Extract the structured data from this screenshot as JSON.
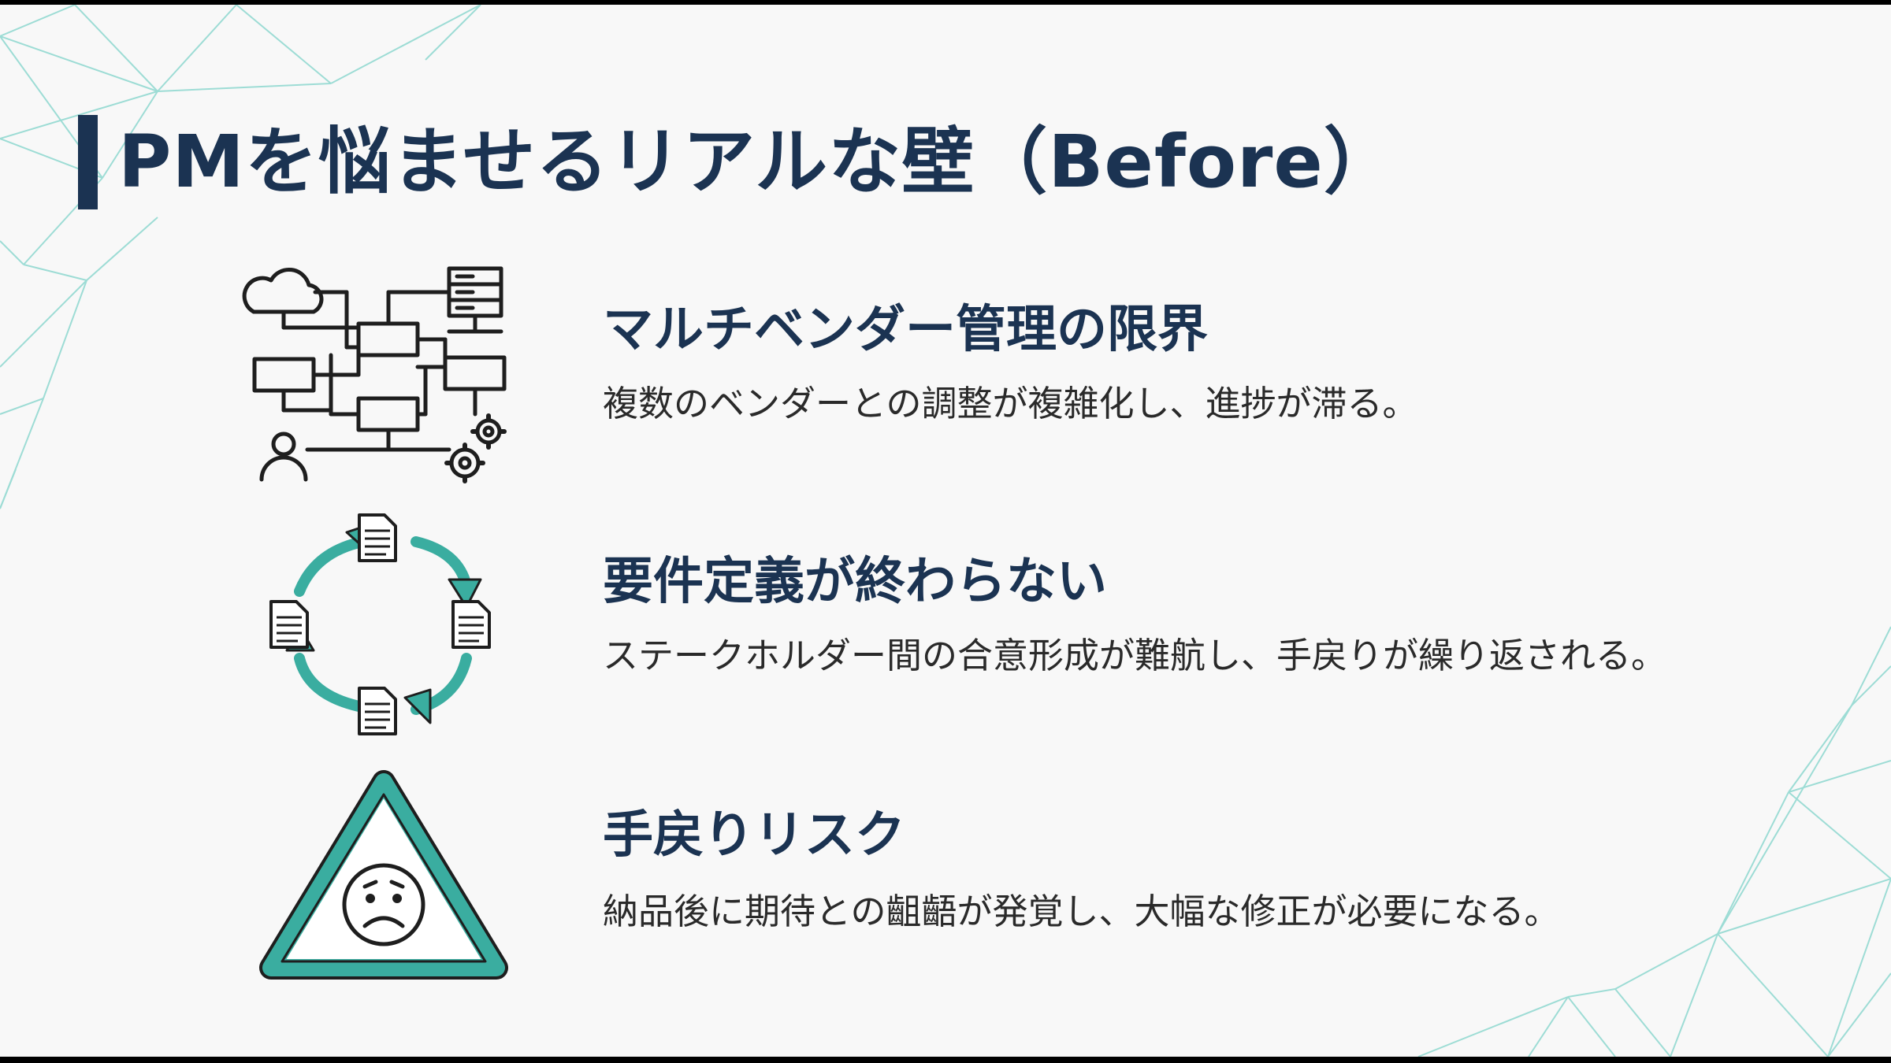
{
  "slide": {
    "title": "PMを悩ませるリアルな壁（Before）",
    "items": [
      {
        "icon": "network-diagram-icon",
        "heading": "マルチベンダー管理の限界",
        "description": "複数のベンダーとの調整が複雑化し、進捗が滞る。"
      },
      {
        "icon": "document-cycle-icon",
        "heading": "要件定義が終わらない",
        "description": "ステークホルダー間の合意形成が難航し、手戻りが繰り返される。"
      },
      {
        "icon": "warning-sad-face-icon",
        "heading": "手戻りリスク",
        "description": "納品後に期待との齟齬が発覚し、大幅な修正が必要になる。"
      }
    ]
  },
  "colors": {
    "title": "#1b3352",
    "accent_teal": "#3aada0",
    "background": "#f8f8f8",
    "network_lines": "#8ed8cf"
  }
}
